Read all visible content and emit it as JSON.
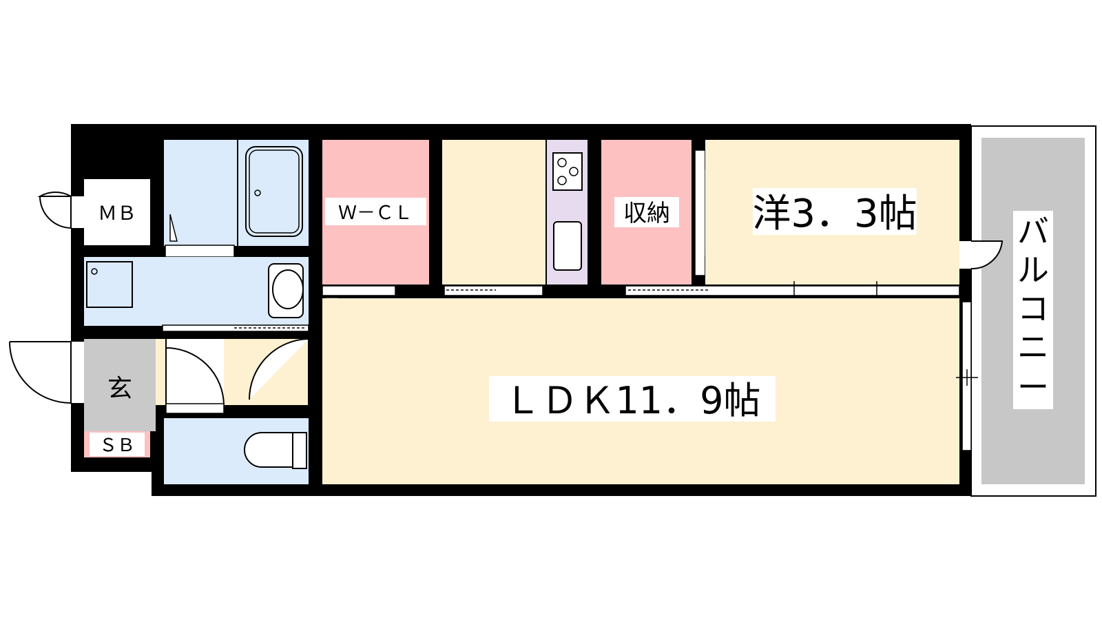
{
  "rooms": {
    "mb": "ＭＢ",
    "wcl": "Ｗ－ＣＬ",
    "storage": "収納",
    "western": "洋3．3帖",
    "ldk": "ＬＤＫ11．9帖",
    "entrance": "玄",
    "sb": "ＳＢ",
    "balcony_chars": [
      "バ",
      "ル",
      "コ",
      "ニ",
      "ー"
    ]
  },
  "colors": {
    "wall": "#000000",
    "living": "#fdf1d2",
    "wet_area": "#dcebfb",
    "closet": "#fdc1c1",
    "kitchen": "#e7dcef",
    "entrance_floor": "#c9c9c9",
    "balcony": "#c7c7c7",
    "mb_area": "#ffffff"
  }
}
